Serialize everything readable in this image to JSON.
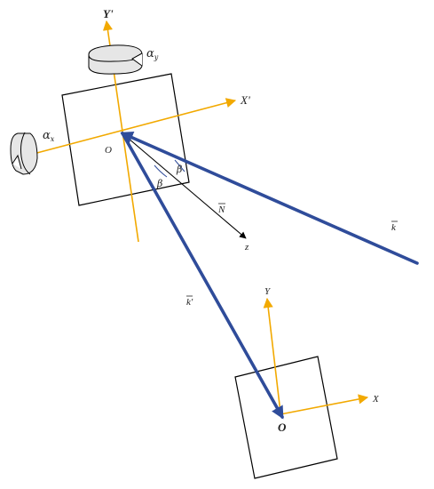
{
  "diagram": {
    "upper_frame": {
      "y_axis_label": "Y'",
      "x_axis_label": "X'",
      "origin_label": "O",
      "rotation_y_label": "α",
      "rotation_y_subscript": "y",
      "rotation_x_label": "α",
      "rotation_x_subscript": "x"
    },
    "lower_frame": {
      "y_axis_label": "Y",
      "x_axis_label": "X",
      "origin_label": "O"
    },
    "normal_vector_label": "N",
    "normal_axis_label": "z",
    "vector_right_label": "k",
    "vector_down_label": "k'",
    "angle_labels": {
      "left": "β",
      "right": "β"
    },
    "colors": {
      "axis": "#F2A900",
      "vector": "#2F4C9A",
      "box": "#000000",
      "background": "#FFFFFF"
    }
  }
}
